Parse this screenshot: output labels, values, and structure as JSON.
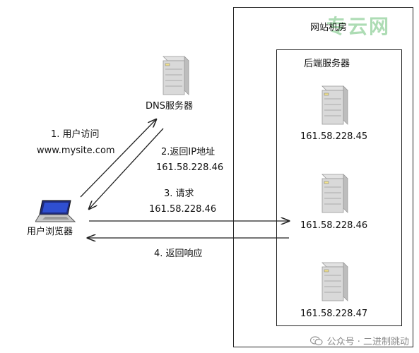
{
  "watermark": "专云网",
  "datacenter": {
    "label": "网站机房"
  },
  "backend": {
    "label": "后端服务器"
  },
  "dns": {
    "label": "DNS服务器"
  },
  "client": {
    "label": "用户浏览器"
  },
  "servers": [
    {
      "ip": "161.58.228.45"
    },
    {
      "ip": "161.58.228.46"
    },
    {
      "ip": "161.58.228.47"
    }
  ],
  "steps": {
    "s1_title": "1. 用户访问",
    "s1_detail": "www.mysite.com",
    "s2_title": "2.返回IP地址",
    "s2_detail": "161.58.228.46",
    "s3_title": "3. 请求",
    "s3_detail": "161.58.228.46",
    "s4_title": "4. 返回响应"
  },
  "footer": {
    "text": "公众号 · 二进制跳动"
  }
}
